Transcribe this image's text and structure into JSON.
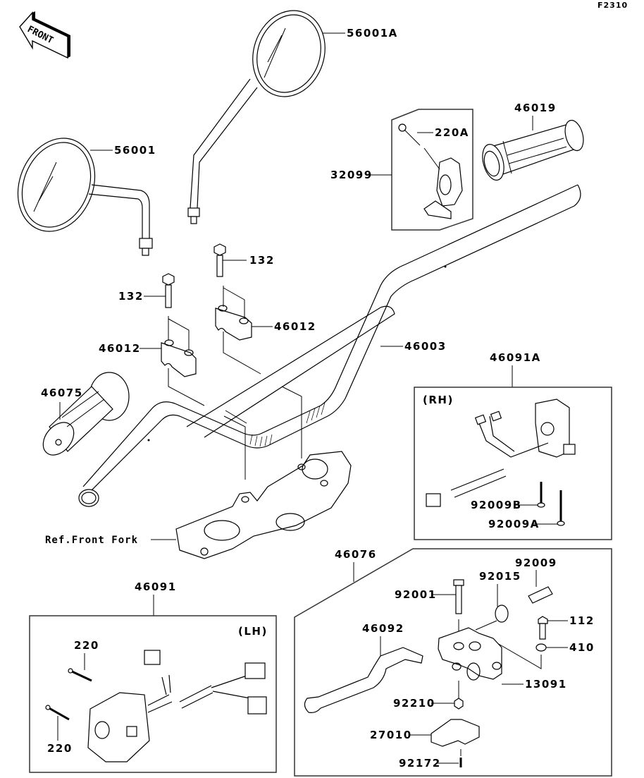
{
  "figure_id": "F2310",
  "front_arrow_label": "FRONT",
  "labels": {
    "mirror_right": "56001A",
    "mirror_left": "56001",
    "throttle_assy": "32099",
    "throttle_screw": "220A",
    "grip_right": "46019",
    "bolt_right": "132",
    "bolt_left": "132",
    "holder_right": "46012",
    "holder_left": "46012",
    "handlebar": "46003",
    "grip_left": "46075",
    "switch_rh": "46091A",
    "switch_rh_side": "(RH)",
    "screw_b": "92009B",
    "screw_a": "92009A",
    "front_fork_ref": "Ref.Front Fork",
    "lever_assy": "46076",
    "switch_lh": "46091",
    "switch_lh_side": "(LH)",
    "screw_220_top": "220",
    "screw_220_bottom": "220",
    "bolt_92001": "92001",
    "nut_92015": "92015",
    "adjuster_92009": "92009",
    "bolt_112": "112",
    "washer_410": "410",
    "lever_46092": "46092",
    "holder_13091": "13091",
    "nut_92210": "92210",
    "switch_27010": "27010",
    "screw_92172": "92172"
  }
}
